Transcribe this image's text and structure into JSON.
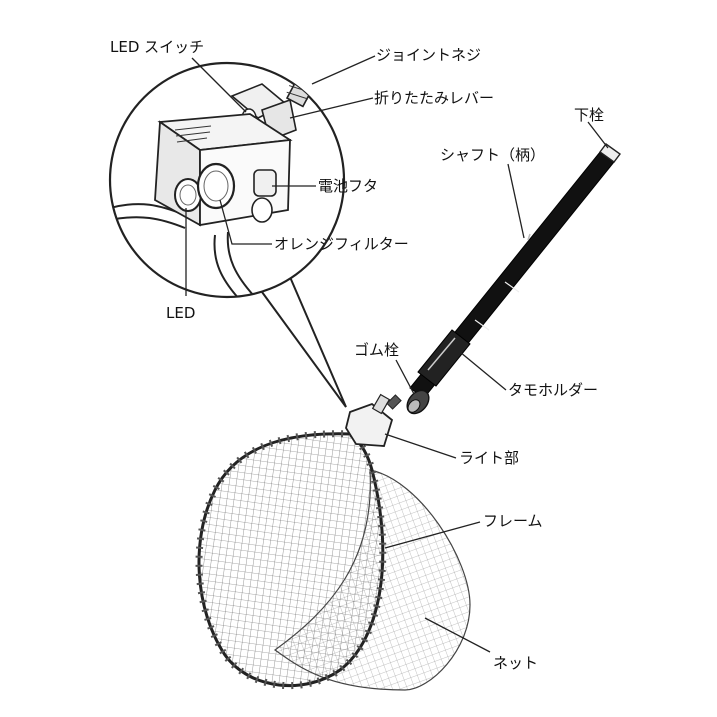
{
  "labels": {
    "led_switch": "LED スイッチ",
    "joint_screw": "ジョイントネジ",
    "folding_lever": "折りたたみレバー",
    "battery_cover": "電池フタ",
    "orange_filter": "オレンジフィルター",
    "led": "LED",
    "bottom_plug": "下栓",
    "shaft": "シャフト（柄）",
    "rubber_plug": "ゴム栓",
    "net_holder": "タモホルダー",
    "light_unit": "ライト部",
    "frame": "フレーム",
    "net": "ネット"
  }
}
